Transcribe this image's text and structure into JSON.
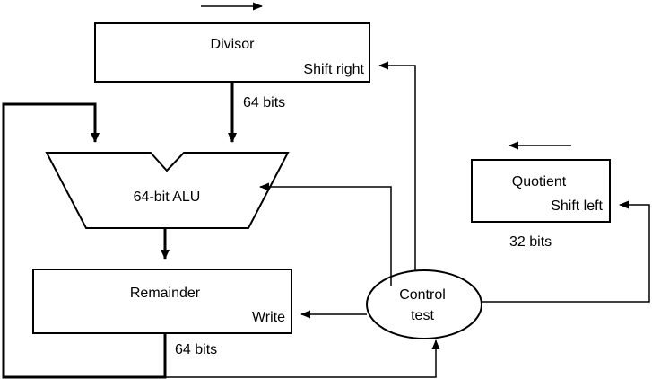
{
  "divisor": {
    "name": "Divisor",
    "control": "Shift right",
    "width_label": "64 bits"
  },
  "alu": {
    "name": "64-bit ALU"
  },
  "remainder": {
    "name": "Remainder",
    "control": "Write",
    "width_label": "64 bits"
  },
  "quotient": {
    "name": "Quotient",
    "control": "Shift left",
    "width_label": "32 bits"
  },
  "control": {
    "line1": "Control",
    "line2": "test"
  }
}
